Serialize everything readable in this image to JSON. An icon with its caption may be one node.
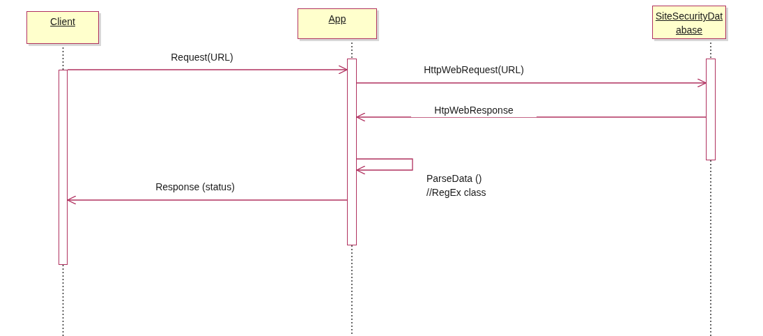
{
  "diagram": {
    "nodes": [
      {
        "text": [
          "Client"
        ]
      },
      {
        "text": [
          "App"
        ]
      },
      {
        "text": [
          "SiteSecurityDatabase"
        ]
      },
      {
        "text": [],
        "shape": "bar"
      },
      {
        "text": [],
        "shape": "bar"
      },
      {
        "text": [],
        "shape": "bar"
      }
    ],
    "edges": [
      {
        "from": 0,
        "to": 3,
        "arrow": "none",
        "style": "dashed",
        "color": "#333333"
      },
      {
        "from": 3,
        "to": null,
        "arrow": "none",
        "style": "dashed",
        "color": "#333333"
      },
      {
        "from": 1,
        "to": 4,
        "arrow": "none",
        "style": "dashed",
        "color": "#333333"
      },
      {
        "from": 4,
        "to": null,
        "arrow": "none",
        "style": "dashed",
        "color": "#333333"
      },
      {
        "from": 2,
        "to": 5,
        "arrow": "none",
        "style": "dashed",
        "color": "#333333"
      },
      {
        "from": 5,
        "to": null,
        "arrow": "none",
        "style": "dashed",
        "color": "#333333"
      },
      {
        "from": 3,
        "to": 4,
        "arrow": "to",
        "label": "Request(URL)",
        "color": "#b0305e"
      },
      {
        "from": 4,
        "to": 5,
        "arrow": "to",
        "label": "HttpWebRequest(URL)",
        "color": "#b0305e"
      },
      {
        "from": 5,
        "to": 4,
        "arrow": "to",
        "label": "HtpWebResponse",
        "color": "#b0305e"
      },
      {
        "from": 4,
        "to": 4,
        "arrow": "to",
        "label": "ParseData () //RegEx class",
        "color": "#b0305e"
      },
      {
        "from": 4,
        "to": 3,
        "arrow": "to",
        "label": "Response (status)",
        "color": "#b0305e"
      }
    ]
  }
}
